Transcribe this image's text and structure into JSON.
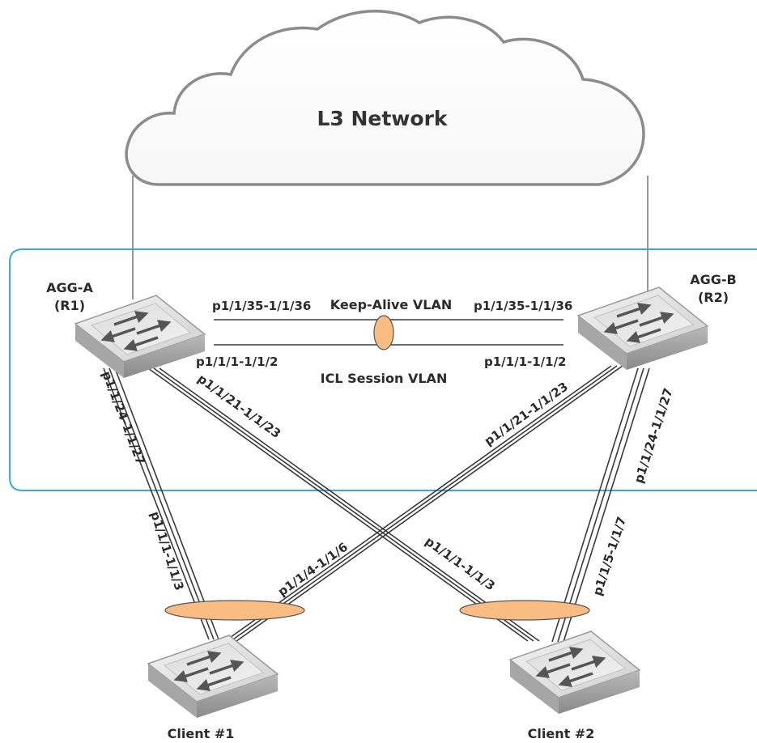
{
  "cloud": {
    "label": "L3 Network"
  },
  "cluster": {
    "border_color": "#3aa8e0"
  },
  "lag_color": "#f9bd84",
  "devices": {
    "agg_a": {
      "name": "AGG-A",
      "role": "(R1)"
    },
    "agg_b": {
      "name": "AGG-B",
      "role": "(R2)"
    },
    "client_1": {
      "name": "Client #1"
    },
    "client_2": {
      "name": "Client #2"
    }
  },
  "vlans": {
    "keep_alive": "Keep-Alive VLAN",
    "icl_session": "ICL Session VLAN"
  },
  "ports": {
    "agg_a_keepalive": "p1/1/35-1/1/36",
    "agg_b_keepalive": "p1/1/35-1/1/36",
    "agg_a_icl": "p1/1/1-1/1/2",
    "agg_b_icl": "p1/1/1-1/1/2",
    "agg_a_to_client1": "p1/1/24-1/1/27",
    "agg_a_to_client2": "p1/1/21-1/1/23",
    "agg_b_to_client1": "p1/1/21-1/1/23",
    "agg_b_to_client2": "p1/1/24-1/1/27",
    "client1_from_agg_a": "p1/1/1-1/1/3",
    "client1_from_agg_b": "p1/1/4-1/1/6",
    "client2_from_agg_a": "p1/1/1-1/1/3",
    "client2_from_agg_b": "p1/1/5-1/1/7"
  }
}
